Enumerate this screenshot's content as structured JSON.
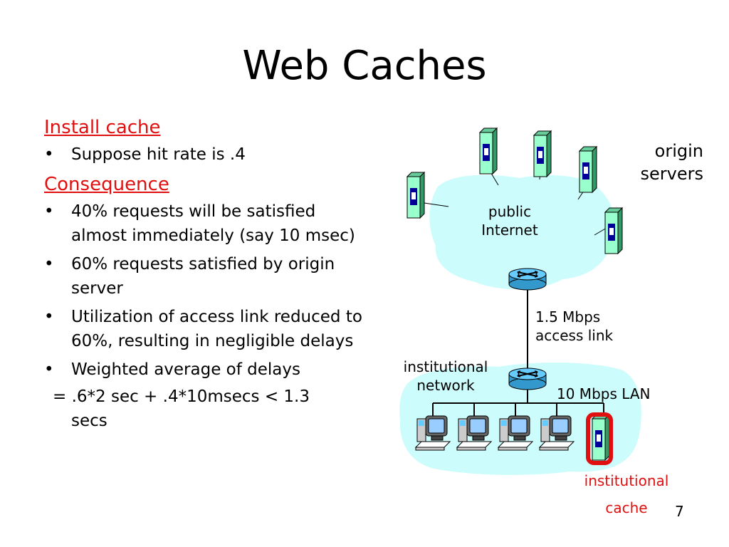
{
  "slide": {
    "title": "Web Caches",
    "page_number": "7"
  },
  "left": {
    "install_heading": "Install cache",
    "install_bullets": [
      "Suppose hit rate is .4"
    ],
    "consequence_heading": "Consequence",
    "consequence_bullets": [
      "40% requests will be satisfied almost immediately (say 10 msec)",
      "60% requests satisfied by origin server",
      "Utilization of access link reduced to 60%, resulting in negligible delays",
      "Weighted average of delays"
    ],
    "formula_line1": "=  .6*2 sec + .4*10msecs < 1.3",
    "formula_line2": "secs"
  },
  "diagram": {
    "origin_line1": "origin",
    "origin_line2": "servers",
    "internet_line1": "public",
    "internet_line2": "Internet",
    "access_line1": "1.5 Mbps",
    "access_line2": "access link",
    "inst_net_line1": "institutional",
    "inst_net_line2": "network",
    "lan_label": "10 Mbps LAN",
    "cache_line1": "institutional",
    "cache_line2": "cache",
    "cloud_color": "#ccfcfc",
    "server_color": "#99ffcc",
    "server_accent": "#000099",
    "router_color": "#66ccff",
    "highlight_color": "#e01010",
    "icons": [
      "server-icon",
      "router-icon",
      "workstation-icon",
      "cache-server-icon"
    ]
  }
}
